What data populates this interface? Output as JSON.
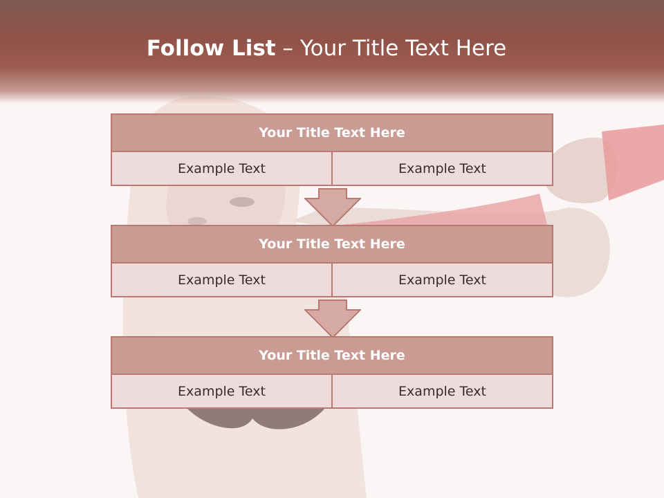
{
  "header": {
    "title_bold": "Follow List",
    "title_rest": " – Your Title Text Here"
  },
  "blocks": [
    {
      "title": "Your Title Text Here",
      "cells": [
        "Example Text",
        "Example Text"
      ]
    },
    {
      "title": "Your Title Text Here",
      "cells": [
        "Example Text",
        "Example Text"
      ]
    },
    {
      "title": "Your Title Text Here",
      "cells": [
        "Example Text",
        "Example Text"
      ]
    }
  ],
  "colors": {
    "header_band": "#9d5c50",
    "title_fill": "#c99b93",
    "cell_fill": "#eedcdc",
    "border": "#b87a70",
    "arrow_fill": "#d4aaa3"
  }
}
